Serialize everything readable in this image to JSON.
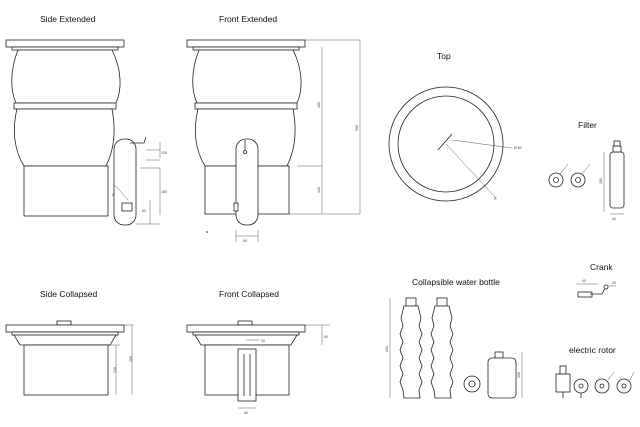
{
  "titles": {
    "side_extended": "Side Extended",
    "front_extended": "Front Extended",
    "top": "Top",
    "filter": "Filter",
    "side_collapsed": "Side Collapsed",
    "front_collapsed": "Front Collapsed",
    "collapsible_bottle": "Collapsible water bottle",
    "crank": "Crank",
    "electric_rotor": "electric rotor"
  }
}
